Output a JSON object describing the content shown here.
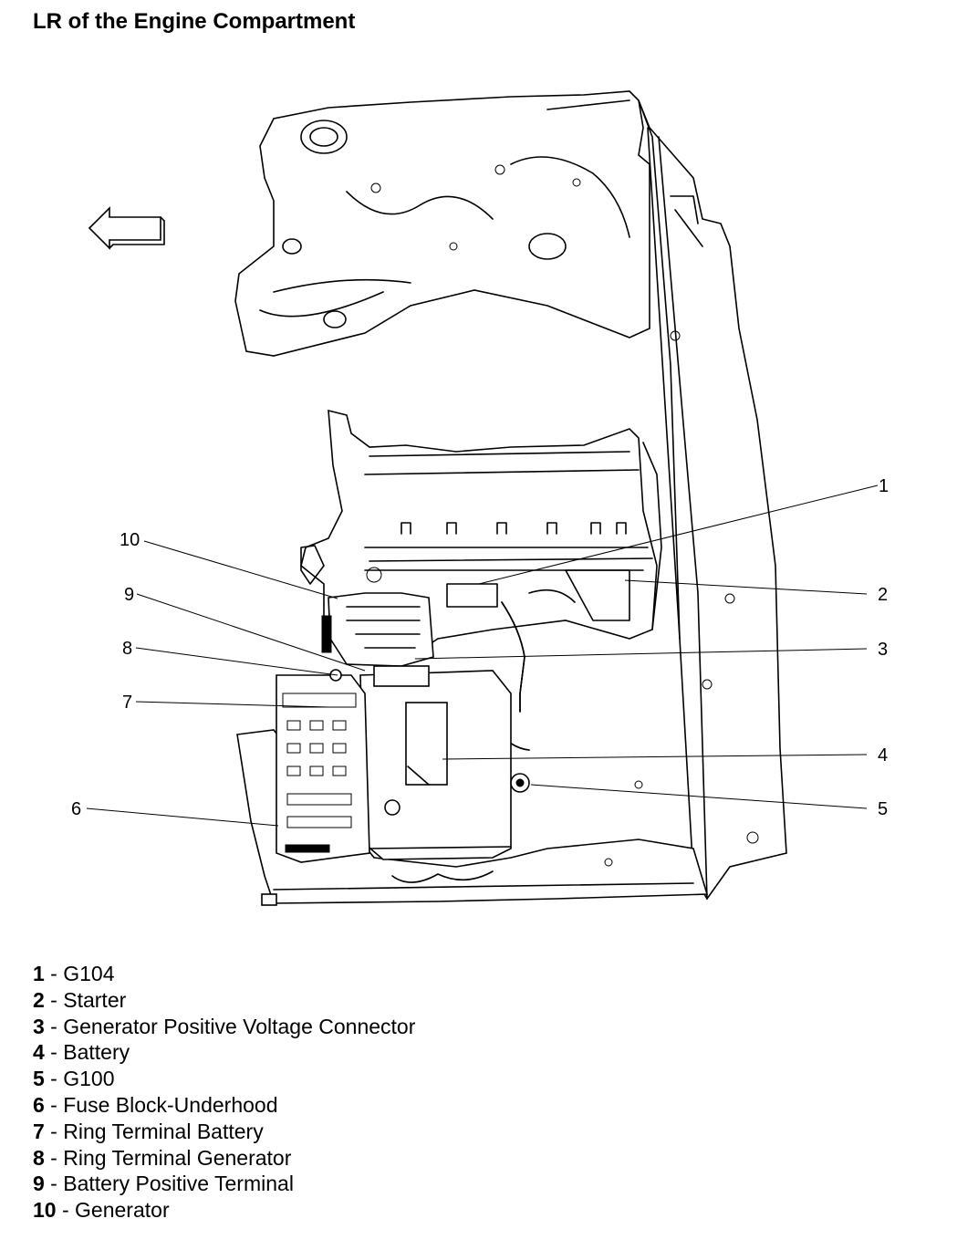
{
  "title": "LR of the Engine Compartment",
  "icons": {
    "direction_arrow": "left-arrow-icon"
  },
  "callouts": [
    {
      "num": "1"
    },
    {
      "num": "2"
    },
    {
      "num": "3"
    },
    {
      "num": "4"
    },
    {
      "num": "5"
    },
    {
      "num": "6"
    },
    {
      "num": "7"
    },
    {
      "num": "8"
    },
    {
      "num": "9"
    },
    {
      "num": "10"
    }
  ],
  "legend": [
    {
      "num": "1",
      "label": "G104"
    },
    {
      "num": "2",
      "label": "Starter"
    },
    {
      "num": "3",
      "label": "Generator Positive Voltage Connector"
    },
    {
      "num": "4",
      "label": "Battery"
    },
    {
      "num": "5",
      "label": "G100"
    },
    {
      "num": "6",
      "label": "Fuse Block-Underhood"
    },
    {
      "num": "7",
      "label": "Ring Terminal Battery"
    },
    {
      "num": "8",
      "label": "Ring Terminal Generator"
    },
    {
      "num": "9",
      "label": "Battery Positive Terminal"
    },
    {
      "num": "10",
      "label": "Generator"
    }
  ]
}
